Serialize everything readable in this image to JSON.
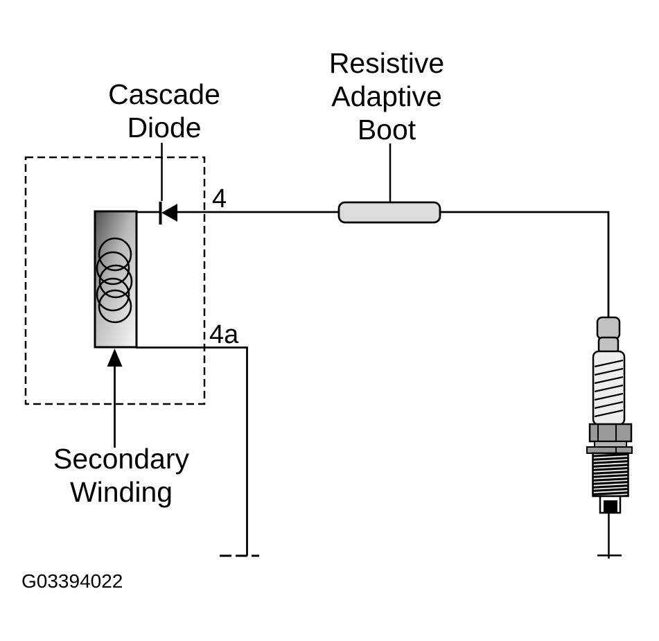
{
  "figure": {
    "code": "G03394022"
  },
  "labels": {
    "cascade_diode": "Cascade\nDiode",
    "resistive_adaptive_boot": "Resistive\nAdaptive\nBoot",
    "secondary_winding": "Secondary\nWinding",
    "wire_number_4": "4",
    "wire_number_4a": "4a"
  },
  "colors": {
    "line": "#000000",
    "background": "#ffffff",
    "boot_fill": "#dcdcdc",
    "coil_fill_dark": "#4f4f4f",
    "coil_fill_mid": "#b8b8b8",
    "coil_fill_light": "#f0f0f0",
    "plug_terminal": "#c2c2c2",
    "plug_insulator": "#ededed",
    "plug_metal": "#999999",
    "plug_band": "#b3b3b3"
  }
}
